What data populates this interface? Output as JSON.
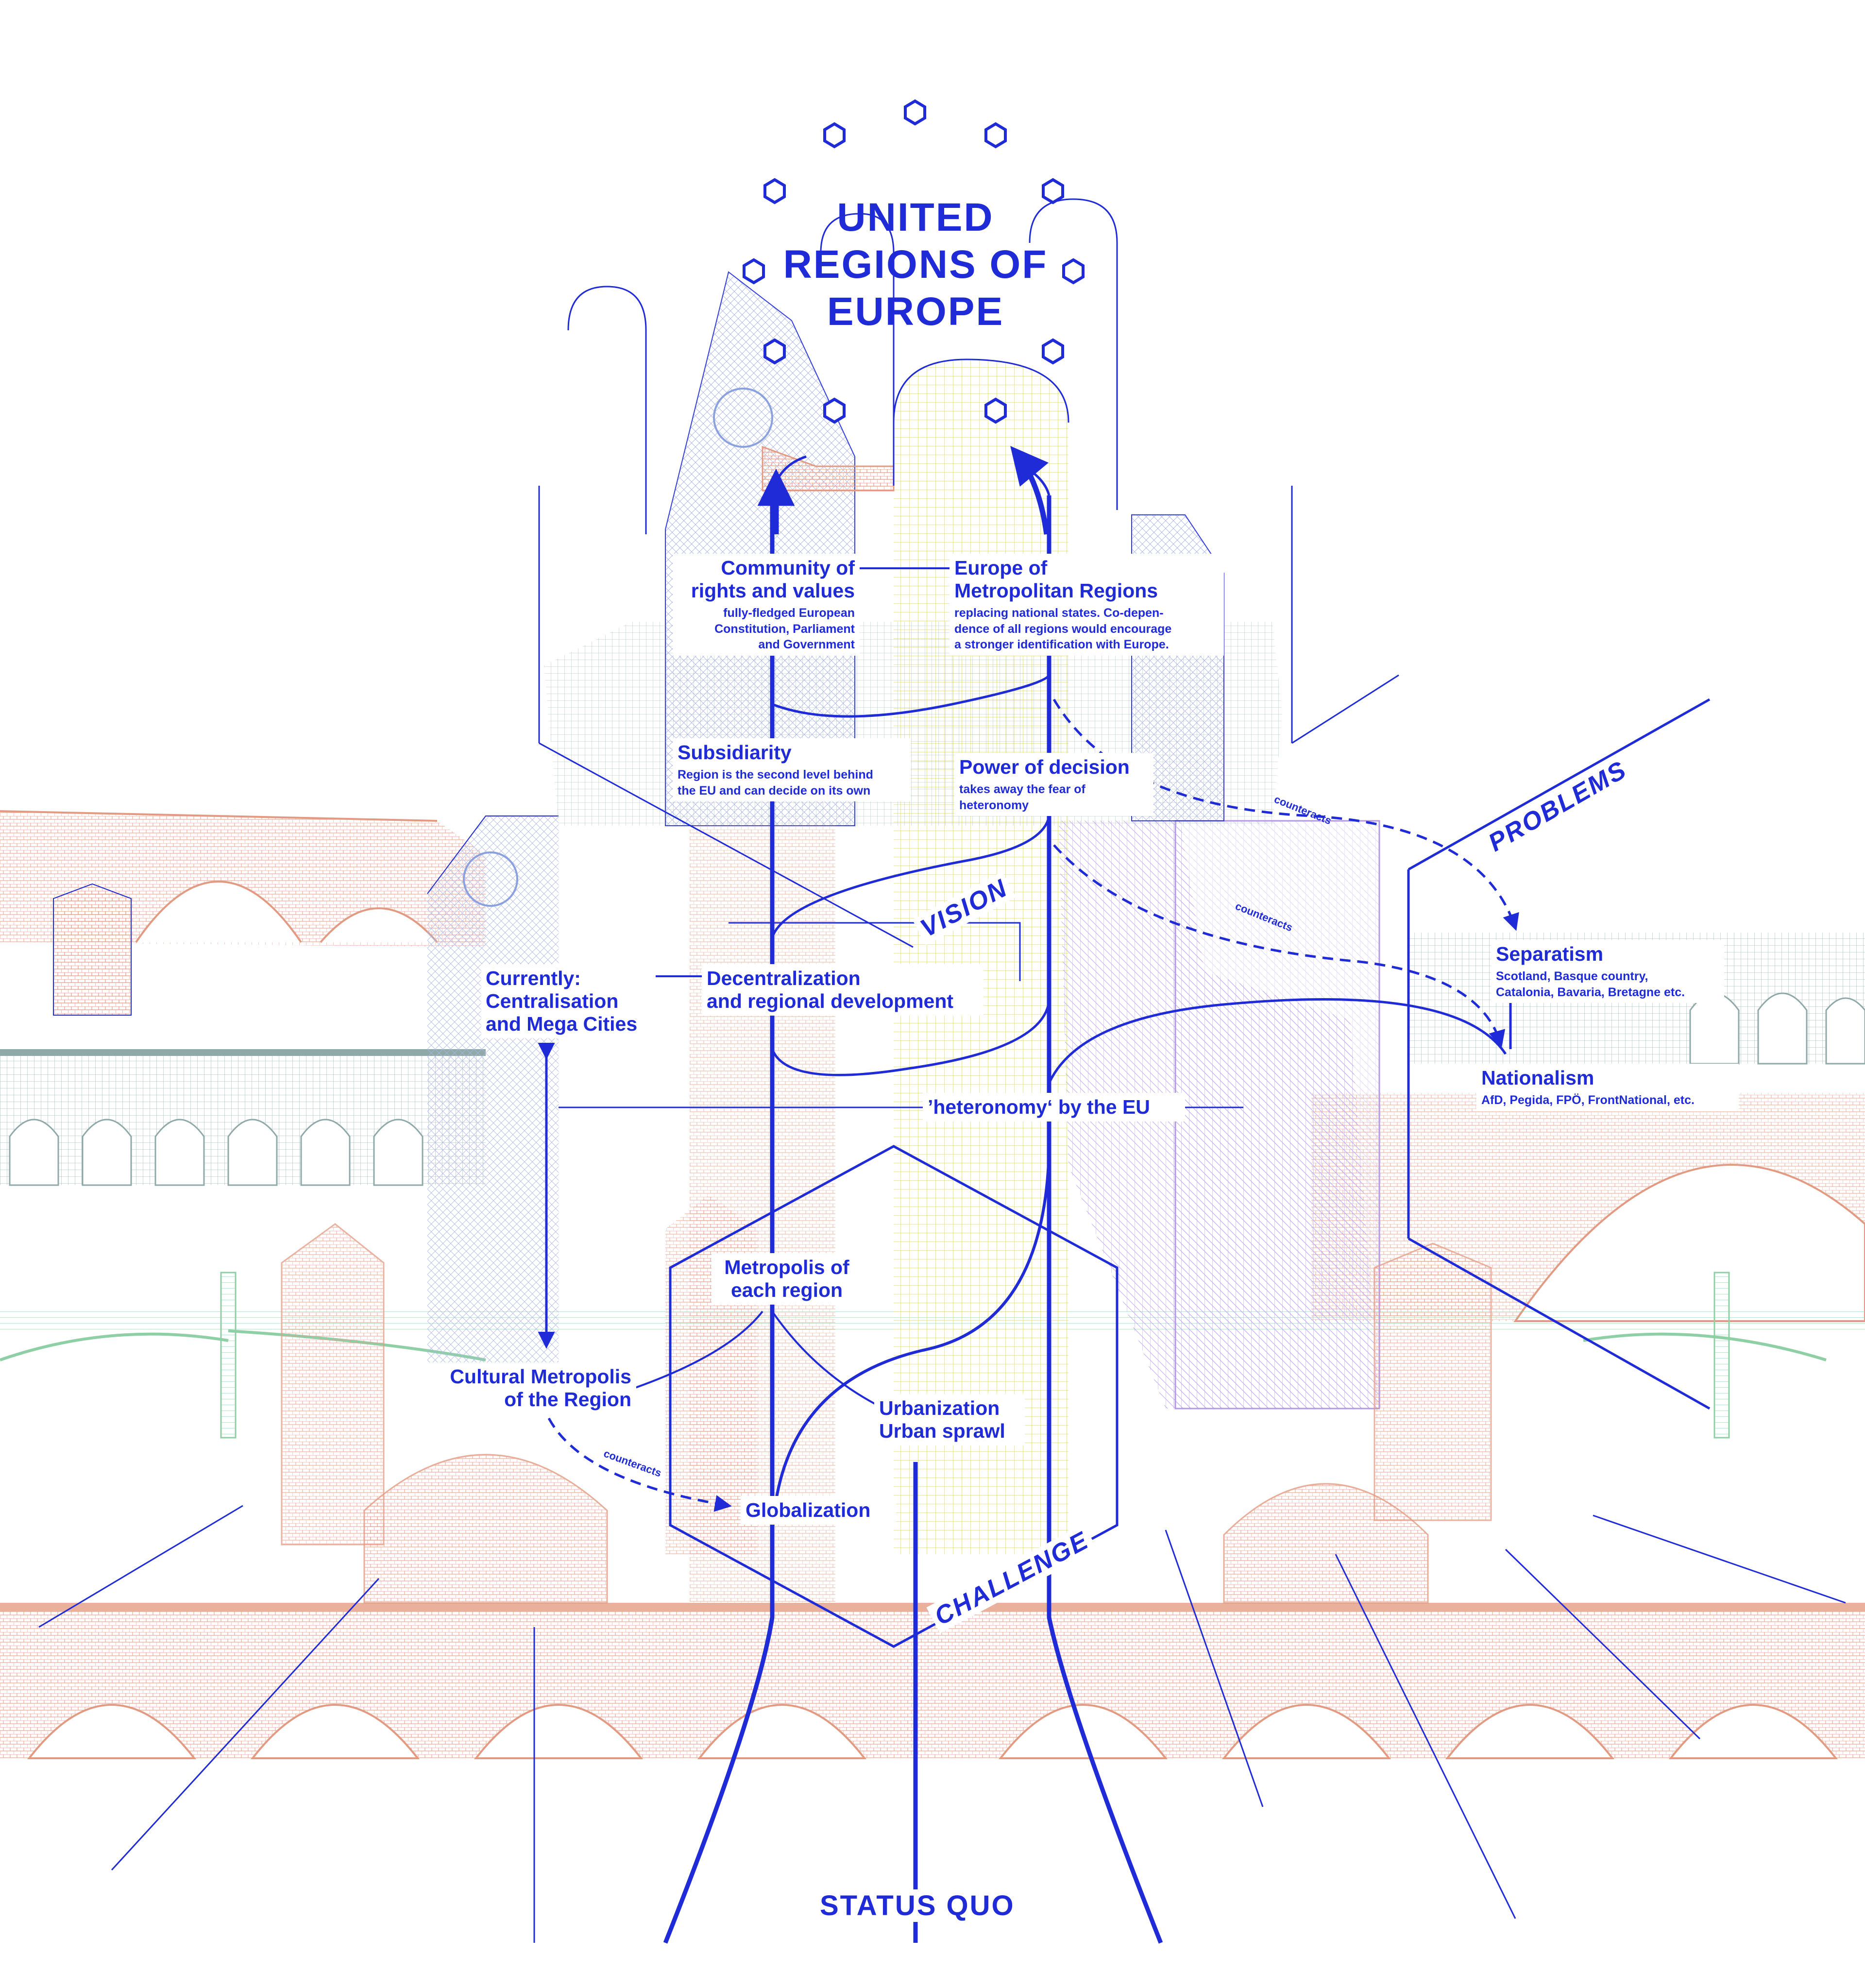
{
  "title": {
    "line1": "UNITED",
    "line2": "REGIONS OF",
    "line3": "EUROPE"
  },
  "axes": {
    "vision": "VISION",
    "problems": "PROBLEMS",
    "challenge": "CHALLENGE",
    "status_quo": "STATUS QUO"
  },
  "nodes": {
    "community": {
      "title_line1": "Community of",
      "title_line2": "rights and values",
      "sub_line1": "fully-fledged European",
      "sub_line2": "Constitution, Parliament",
      "sub_line3": "and Government"
    },
    "europe_metro": {
      "title_line1": "Europe of",
      "title_line2": "Metropolitan Regions",
      "sub_line1": "replacing national states. Co-depen-",
      "sub_line2": "dence of all regions would encourage",
      "sub_line3": "a stronger identification with Europe."
    },
    "subsidiarity": {
      "title": "Subsidiarity",
      "sub_line1": "Region is the second level behind",
      "sub_line2": "the EU and can decide on its own"
    },
    "power": {
      "title": "Power of decision",
      "sub_line1": "takes away the fear of",
      "sub_line2": "heteronomy"
    },
    "currently": {
      "line1": "Currently:",
      "line2": "Centralisation",
      "line3": "and Mega Cities"
    },
    "decentral": {
      "line1": "Decentralization",
      "line2": "and regional development"
    },
    "heteronomy": {
      "text": "’heteronomy‘ by the EU"
    },
    "separatism": {
      "title": "Separatism",
      "sub_line1": "Scotland, Basque country,",
      "sub_line2": "Catalonia, Bavaria, Bretagne etc."
    },
    "nationalism": {
      "title": "Nationalism",
      "sub_line1": "AfD, Pegida, FPÖ, FrontNational, etc."
    },
    "metropolis_each": {
      "line1": "Metropolis of",
      "line2": "each region"
    },
    "cultural": {
      "line1": "Cultural Metropolis",
      "line2": "of the Region"
    },
    "urbanization": {
      "line1": "Urbanization",
      "line2": "Urban sprawl"
    },
    "globalization": {
      "text": "Globalization"
    }
  },
  "connectors": {
    "counteracts_1": "counteracts",
    "counteracts_2": "counteracts",
    "counteracts_3": "counteracts"
  },
  "colors": {
    "accent": "#1f2bd6",
    "brick": "#e39a82",
    "stone": "#8fa9a8",
    "glass": "#a9b6e6",
    "gold": "#e5dc9a",
    "violet": "#b49ae3",
    "green": "#9ed3b4"
  },
  "icons": {
    "stars": "hexagon-star-icon"
  }
}
